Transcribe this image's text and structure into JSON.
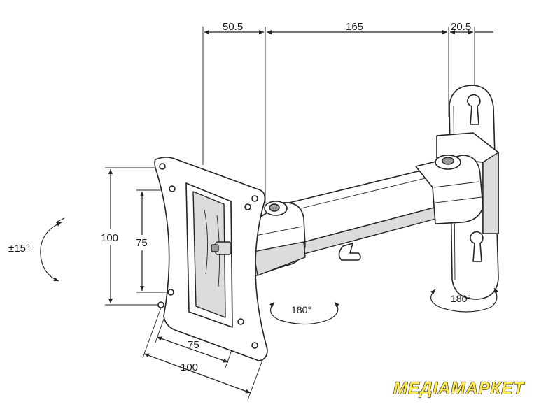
{
  "dimensions": {
    "top_left": "50.5",
    "top_middle": "165",
    "top_right": "20.5",
    "vertical_outer": "100",
    "vertical_inner": "75",
    "bottom_inner": "75",
    "bottom_outer": "100"
  },
  "rotations": {
    "tilt": "±15°",
    "swivel_arm": "180°",
    "swivel_wall": "180°"
  },
  "watermark": "МЕДІАМАРКЕТ",
  "colors": {
    "line": "#222222",
    "watermark_fill": "#ffe94d"
  }
}
